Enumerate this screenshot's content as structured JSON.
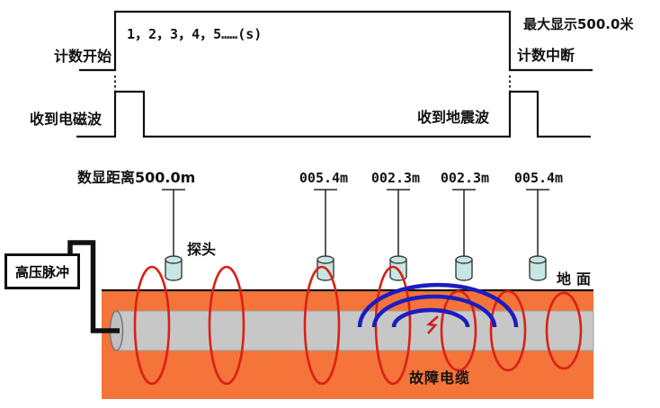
{
  "timing": {
    "count_start": "计数开始",
    "sequence": "1，2，3，4，5……(s)",
    "max_display": "最大显示500.0米",
    "count_interrupt": "计数中断",
    "received_em_wave": "收到电磁波",
    "received_seismic_wave": "收到地震波"
  },
  "sensors": {
    "display_distance": "数显距离500.0m",
    "readings": [
      "005.4m",
      "002.3m",
      "002.3m",
      "005.4m"
    ],
    "probe": "探头"
  },
  "scene": {
    "hv_pulse": "高压脉冲",
    "ground_surface": "地面",
    "faulty_cable": "故障电缆"
  },
  "icons": {
    "probe": "cylinder-probe",
    "fault": "lightning-spark"
  },
  "colors": {
    "soil": "#f4743a",
    "cable": "#c7c7c7",
    "cap": "#bfbfbf",
    "loop": "#da2115",
    "wave": "#1c1cc0",
    "probe": "#c6e6e3",
    "spark": "#cc2222",
    "line": "#111111"
  }
}
